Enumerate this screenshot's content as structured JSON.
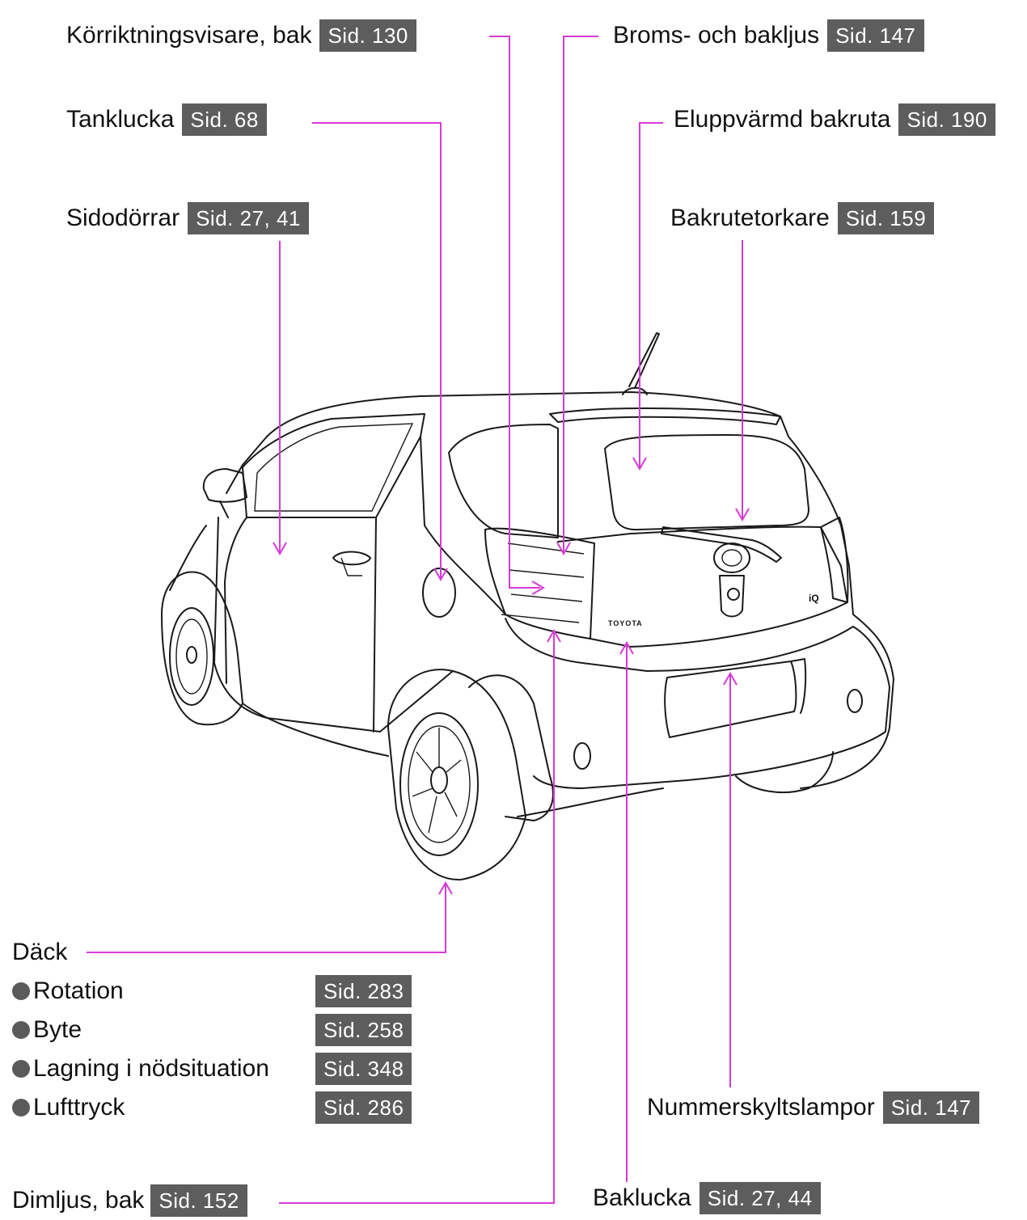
{
  "callouts": {
    "korriktningsvisare": {
      "label": "Körriktningsvisare, bak",
      "page": "Sid. 130"
    },
    "tanklucka": {
      "label": "Tanklucka",
      "page": "Sid. 68"
    },
    "sidodorrar": {
      "label": "Sidodörrar",
      "page": "Sid. 27, 41"
    },
    "broms": {
      "label": "Broms- och bakljus",
      "page": "Sid. 147"
    },
    "eluppvarmd": {
      "label": "Eluppvärmd bakruta",
      "page": "Sid. 190"
    },
    "bakrutetorkare": {
      "label": "Bakrutetorkare",
      "page": "Sid. 159"
    },
    "nummerskylt": {
      "label": "Nummerskyltslampor",
      "page": "Sid. 147"
    },
    "baklucka": {
      "label": "Baklucka",
      "page": "Sid. 27, 44"
    },
    "dimljus": {
      "label": "Dimljus, bak",
      "page": "Sid. 152"
    }
  },
  "dack": {
    "label": "Däck",
    "items": [
      {
        "label": "Rotation",
        "page": "Sid. 283"
      },
      {
        "label": "Byte",
        "page": "Sid. 258"
      },
      {
        "label": "Lagning i nödsituation",
        "page": "Sid. 348"
      },
      {
        "label": "Lufttryck",
        "page": "Sid. 286"
      }
    ]
  },
  "car": {
    "brand_text": "TOYOTA",
    "badge_text": "iQ"
  },
  "colors": {
    "leader": "#d63ad6",
    "badge_bg": "#5d5d5d",
    "badge_text": "#ffffff"
  }
}
